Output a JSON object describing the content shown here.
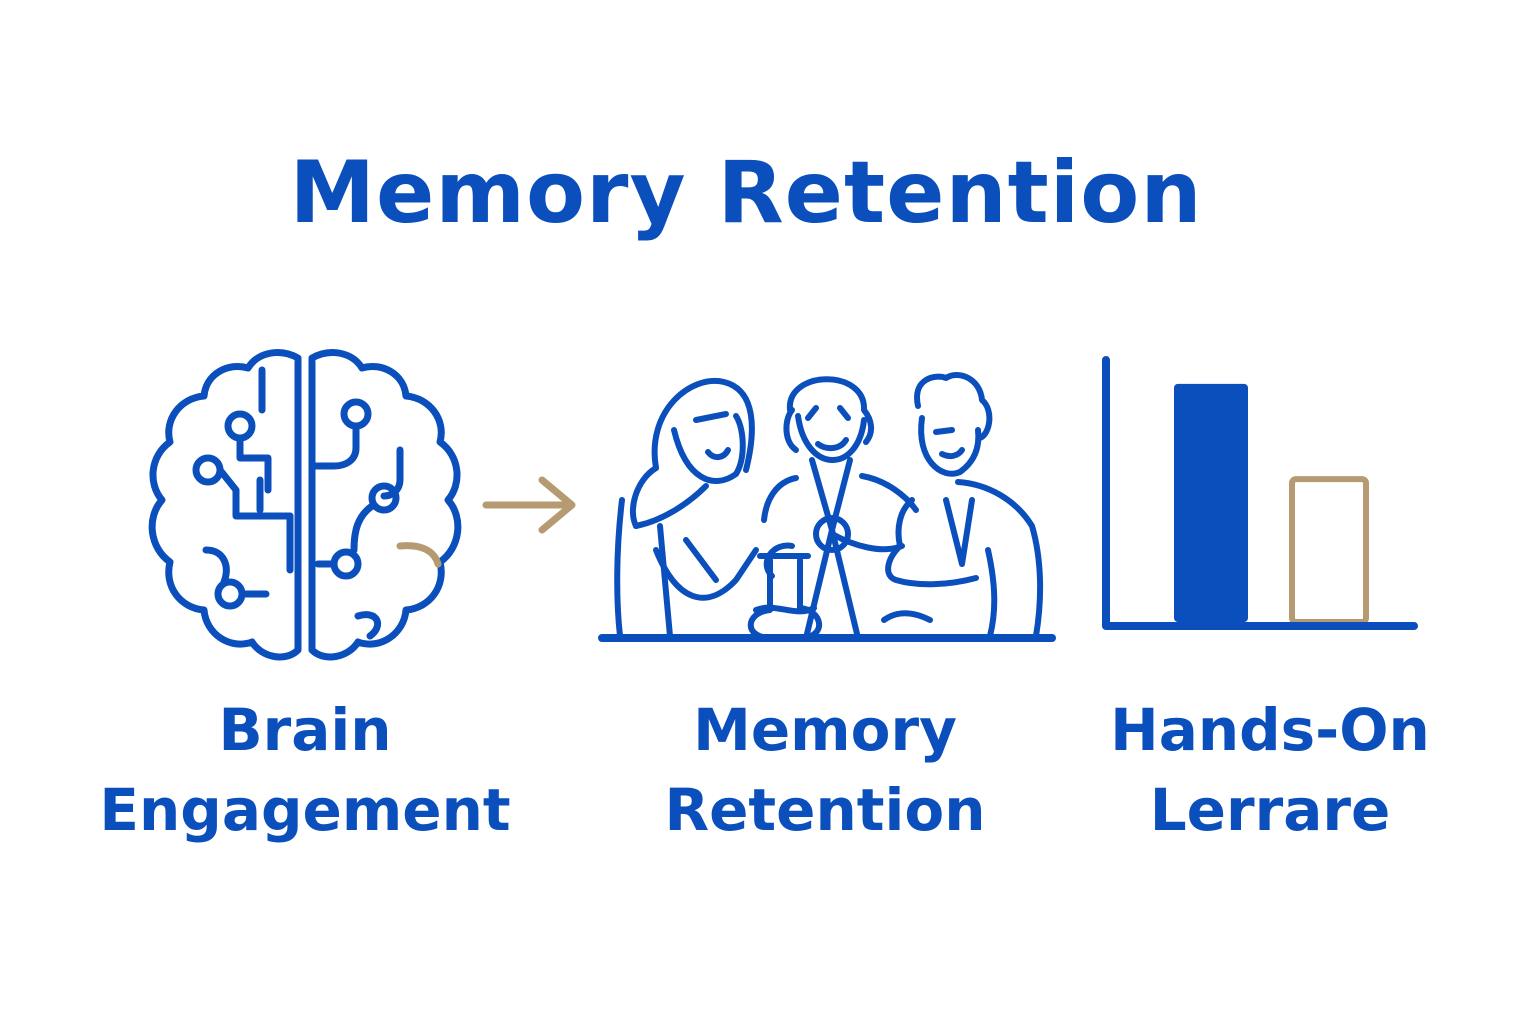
{
  "title": "Memory Retention",
  "colors": {
    "primary": "#0b4fbd",
    "accent": "#b69b72",
    "background": "#ffffff"
  },
  "steps": [
    {
      "icon": "brain-circuit-icon",
      "line1": "Brain",
      "line2": "Engagement"
    },
    {
      "icon": "scientists-lab-icon",
      "line1": "Memory",
      "line2": "Retention"
    },
    {
      "icon": "bar-chart-icon",
      "line1": "Hands-On",
      "line2": "Lerrare"
    }
  ],
  "connector": "arrow-right-icon",
  "chart_data": {
    "type": "bar",
    "categories": [
      "",
      ""
    ],
    "values": [
      1.0,
      0.6
    ],
    "ylim": [
      0,
      1.1
    ]
  }
}
